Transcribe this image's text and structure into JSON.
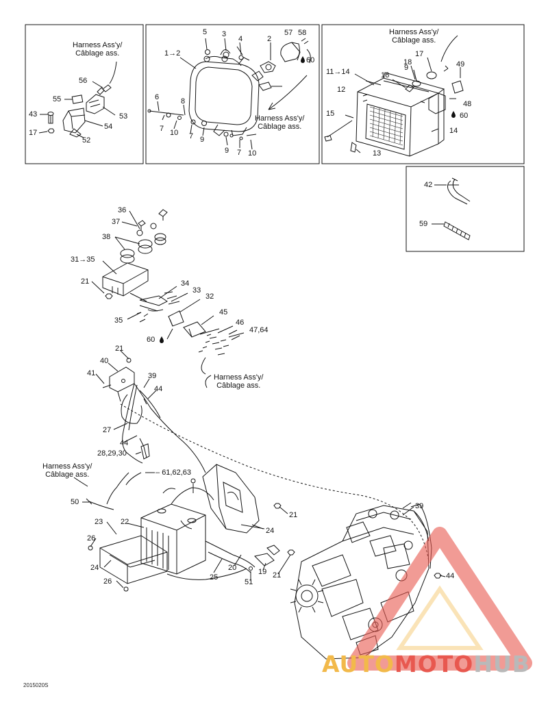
{
  "harness_label": [
    "Harness Ass'y/",
    "Câblage ass."
  ],
  "callouts": {
    "box1": [
      "56",
      "55",
      "53",
      "43",
      "54",
      "17",
      "52"
    ],
    "box2": [
      "5",
      "3",
      "4",
      "2",
      "57",
      "58",
      "60",
      "1→2",
      "6",
      "8",
      "7",
      "10",
      "7",
      "9",
      "9",
      "7",
      "10"
    ],
    "box3": [
      "17",
      "18",
      "49",
      "16",
      "9",
      "11→14",
      "12",
      "48",
      "60",
      "15",
      "14",
      "13"
    ],
    "box4": [
      "42",
      "59"
    ],
    "module": [
      "36",
      "37",
      "38",
      "31→35",
      "21",
      "34",
      "33",
      "32",
      "45",
      "35",
      "46",
      "47,64",
      "60"
    ],
    "harness": [
      "21",
      "40",
      "39",
      "41",
      "44",
      "27",
      "44",
      "28,29,30",
      "61,62,63"
    ],
    "battery": [
      "50",
      "23",
      "22",
      "26",
      "24",
      "26",
      "25",
      "20",
      "24",
      "51",
      "19",
      "21",
      "21",
      "39",
      "44"
    ]
  },
  "figure_code": "2015020S",
  "watermark": {
    "part1": "AUTO",
    "part2": "MOTO",
    "part3": "HUB"
  },
  "colors": {
    "line": "#111111",
    "wm_yellow": "#f2b94a",
    "wm_red": "#e8584f",
    "wm_gray": "#b9b9b9"
  }
}
